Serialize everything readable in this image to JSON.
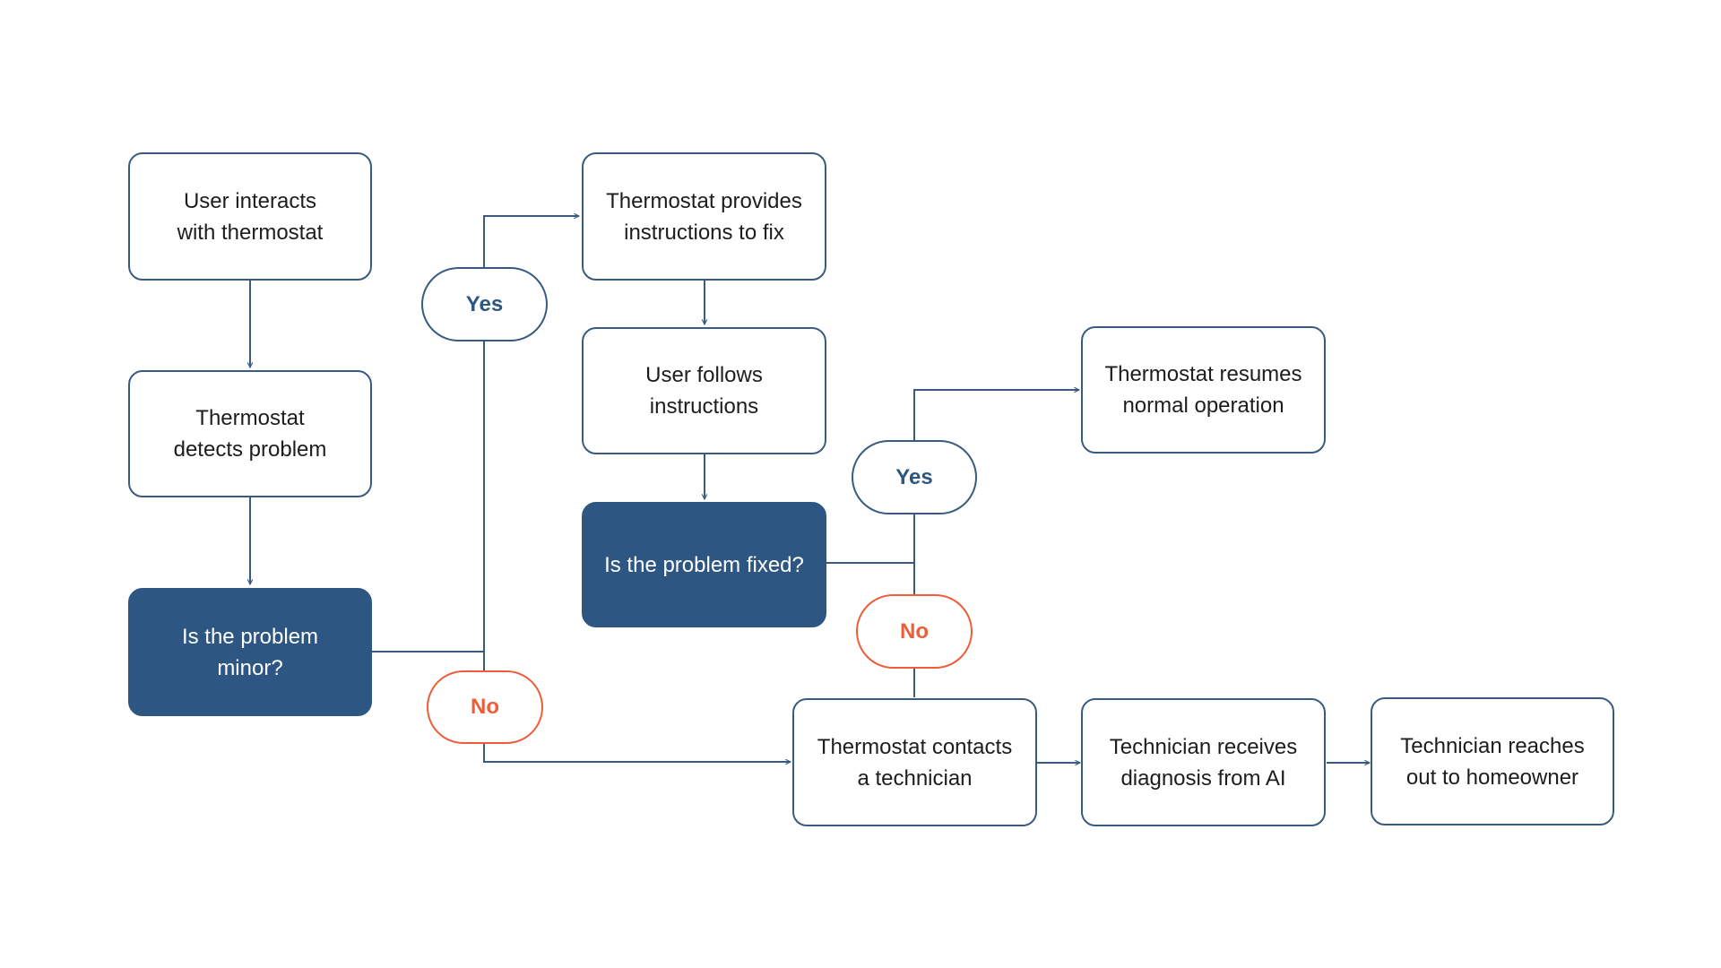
{
  "colors": {
    "line": "#3a5b80",
    "decision_fill": "#2e5683",
    "yes_text": "#2e5683",
    "no": "#ee5d3a"
  },
  "nodes": {
    "user_interacts": "User interacts\nwith thermostat",
    "detects_problem": "Thermostat\ndetects problem",
    "is_minor": "Is the problem\nminor?",
    "provides_instructions": "Thermostat provides\ninstructions to fix",
    "user_follows": "User follows\ninstructions",
    "is_fixed": "Is the problem fixed?",
    "resumes_operation": "Thermostat resumes\nnormal operation",
    "contacts_technician": "Thermostat contacts\na technician",
    "technician_receives": "Technician receives\ndiagnosis from AI",
    "technician_reaches": "Technician reaches\nout to homeowner"
  },
  "labels": {
    "yes_minor": "Yes",
    "no_minor": "No",
    "yes_fixed": "Yes",
    "no_fixed": "No"
  }
}
